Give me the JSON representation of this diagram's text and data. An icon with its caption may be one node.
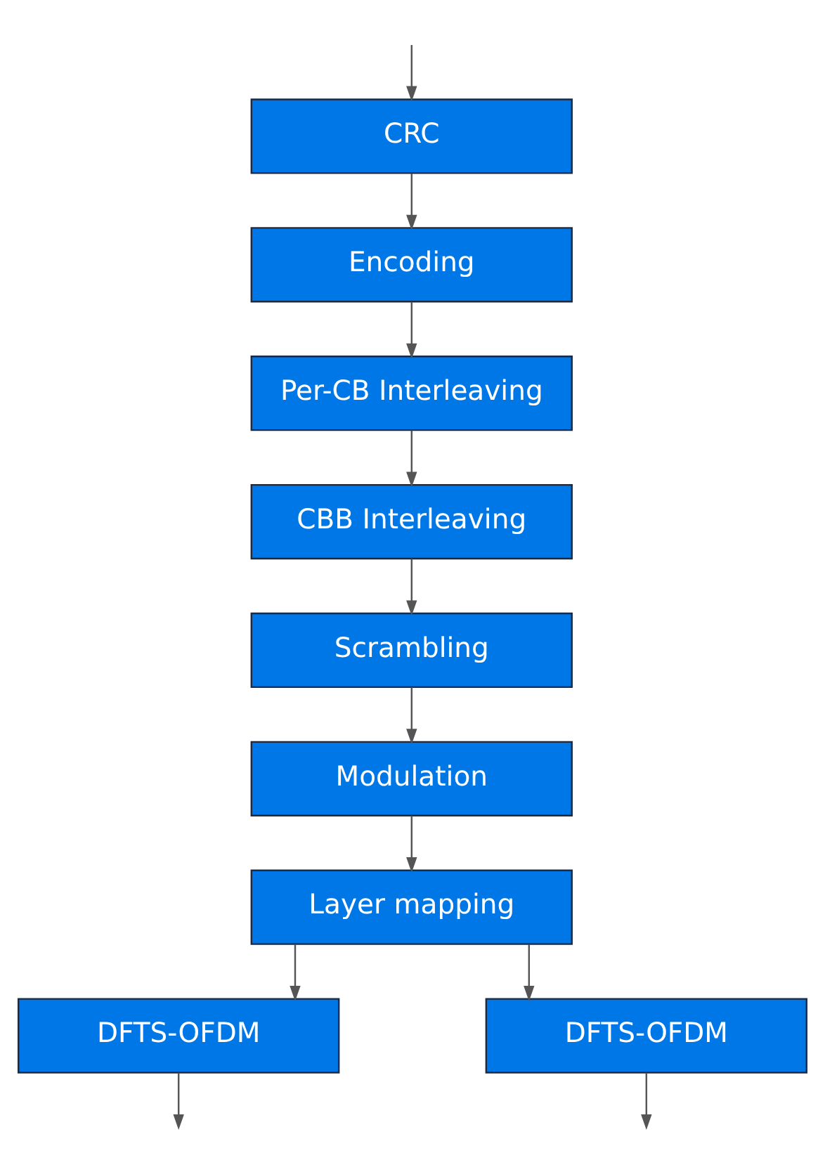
{
  "diagram": {
    "nodes": [
      {
        "text": [
          "CRC"
        ]
      },
      {
        "text": [
          "Encoding"
        ]
      },
      {
        "text": [
          "Per-CB Interleaving"
        ]
      },
      {
        "text": [
          "CBB Interleaving"
        ]
      },
      {
        "text": [
          "Scrambling"
        ]
      },
      {
        "text": [
          "Modulation"
        ]
      },
      {
        "text": [
          "Layer mapping"
        ]
      },
      {
        "text": [
          "DFTS-OFDM"
        ]
      },
      {
        "text": [
          "DFTS-OFDM"
        ]
      }
    ],
    "edges": [
      {
        "from": null,
        "to": 0,
        "arrow": "to"
      },
      {
        "from": 0,
        "to": 1,
        "arrow": "to"
      },
      {
        "from": 1,
        "to": 2,
        "arrow": "to"
      },
      {
        "from": 2,
        "to": 3,
        "arrow": "to"
      },
      {
        "from": 3,
        "to": 4,
        "arrow": "to"
      },
      {
        "from": 4,
        "to": 5,
        "arrow": "to"
      },
      {
        "from": 5,
        "to": 6,
        "arrow": "to"
      },
      {
        "from": 6,
        "to": 7,
        "arrow": "to"
      },
      {
        "from": 6,
        "to": 8,
        "arrow": "to"
      },
      {
        "from": 7,
        "to": null,
        "arrow": "to"
      },
      {
        "from": 8,
        "to": null,
        "arrow": "to"
      }
    ]
  }
}
